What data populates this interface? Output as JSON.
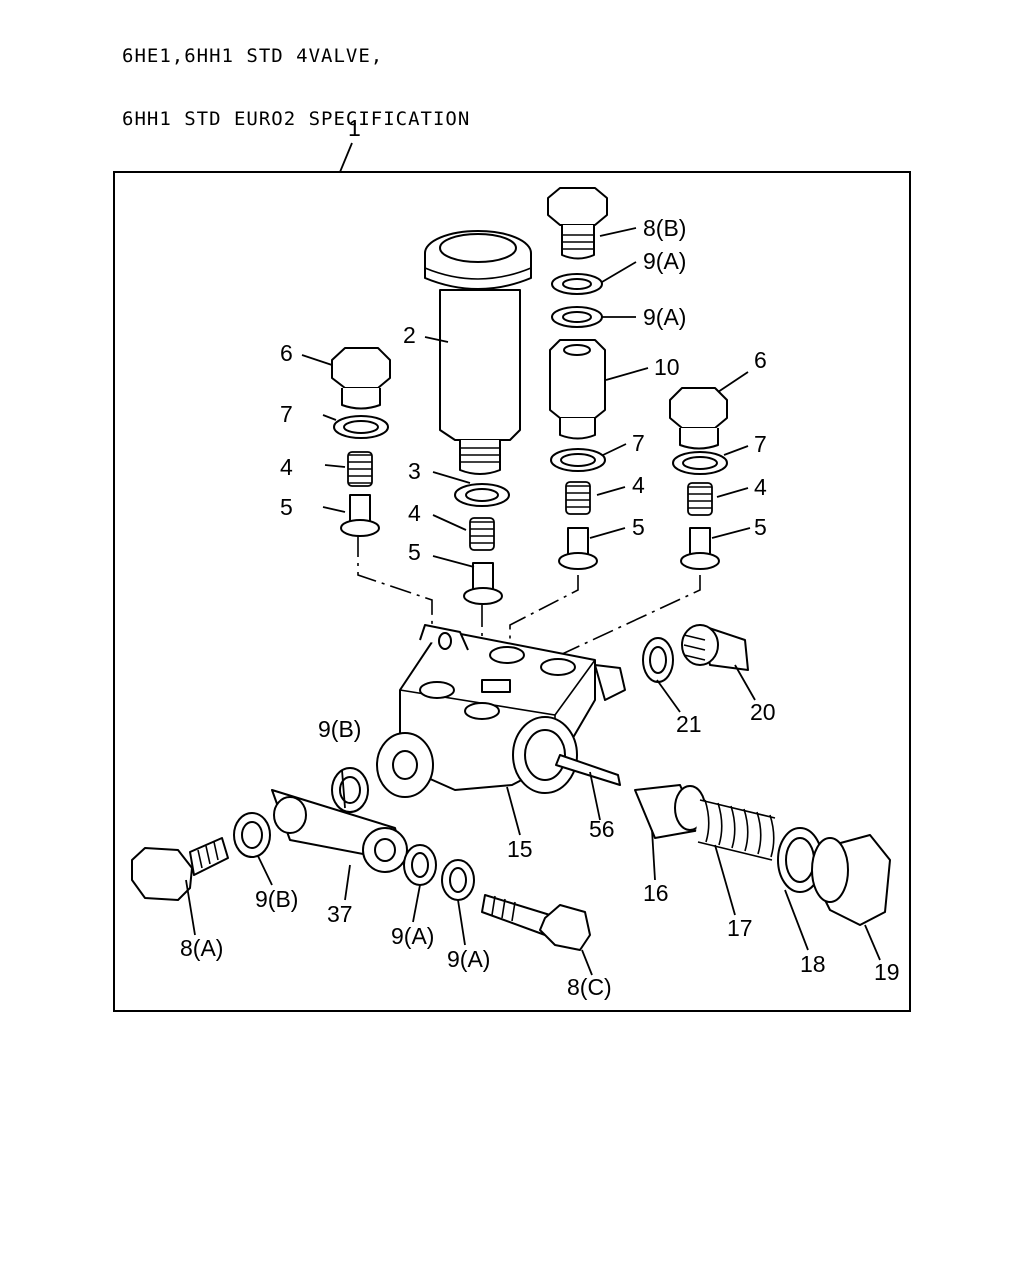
{
  "header": {
    "line1": "6HE1,6HH1 STD 4VALVE,",
    "line2": "6HH1 STD EURO2 SPECIFICATION"
  },
  "labels": {
    "assembly": "1",
    "p2": "2",
    "p3": "3",
    "p4a": "4",
    "p4b": "4",
    "p4c": "4",
    "p4d": "4",
    "p5a": "5",
    "p5b": "5",
    "p5c": "5",
    "p5d": "5",
    "p6a": "6",
    "p6b": "6",
    "p7a": "7",
    "p7b": "7",
    "p7c": "7",
    "p8a": "8(A)",
    "p8b": "8(B)",
    "p8c": "8(C)",
    "p9a1": "9(A)",
    "p9a2": "9(A)",
    "p9a3": "9(A)",
    "p9a4": "9(A)",
    "p9b1": "9(B)",
    "p9b2": "9(B)",
    "p10": "10",
    "p15": "15",
    "p16": "16",
    "p17": "17",
    "p18": "18",
    "p19": "19",
    "p20": "20",
    "p21": "21",
    "p37": "37",
    "p56": "56"
  }
}
